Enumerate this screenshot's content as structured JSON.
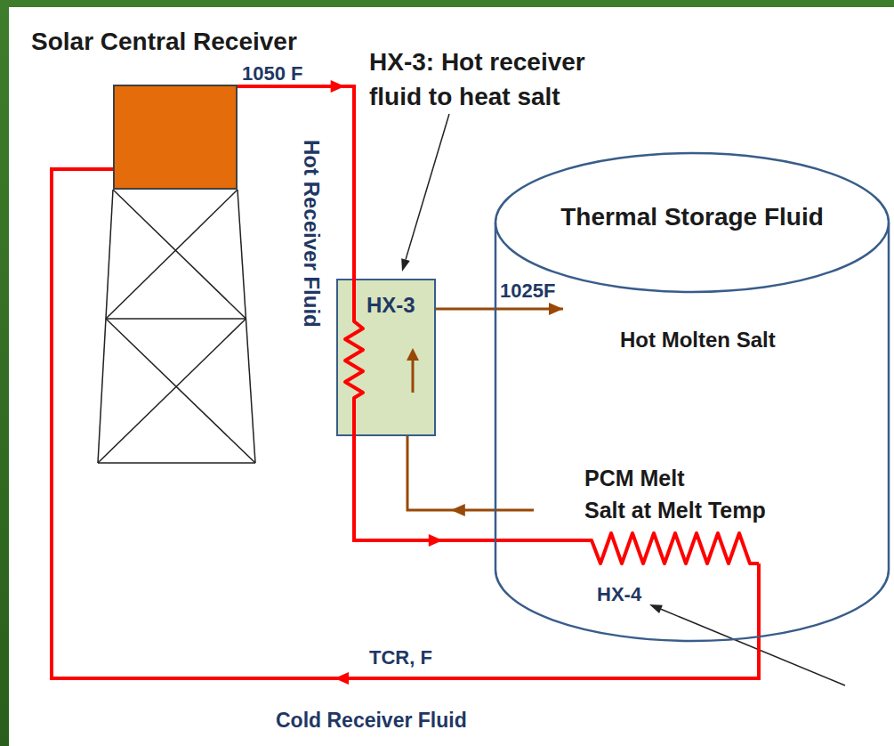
{
  "diagram": {
    "nodes": [
      {
        "text": [
          "Solar Central Receiver"
        ]
      },
      {
        "text": [
          "HX-3"
        ]
      },
      {
        "text": [
          "Thermal Storage Fluid",
          "Hot Molten Salt",
          "PCM Melt Salt at Melt Temp"
        ]
      },
      {
        "text": [
          "HX-4"
        ],
        "in": 2
      }
    ],
    "edges": [
      {
        "from": 0,
        "to": 1,
        "arrow": "to",
        "label": "1050 F"
      },
      {
        "from": 1,
        "to": 3,
        "arrow": "to"
      },
      {
        "from": 3,
        "to": 0,
        "arrow": "to",
        "label": "TCR, F"
      },
      {
        "from": 1,
        "to": 2,
        "arrow": "to",
        "label": "1025F"
      },
      {
        "from": 2,
        "to": 1,
        "arrow": "to"
      }
    ],
    "labels": [
      "HX-3: Hot receiver fluid to heat salt",
      "Hot Receiver Fluid",
      "Cold Receiver Fluid"
    ]
  }
}
